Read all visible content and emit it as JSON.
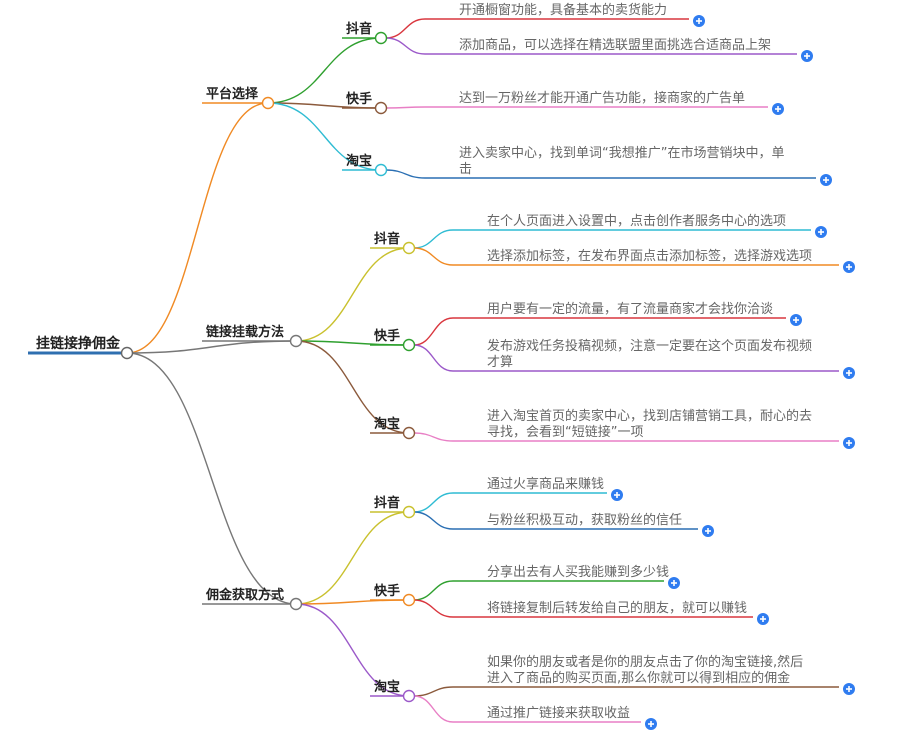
{
  "colors": {
    "root_underline": "#2f6fb0",
    "branch_default": "#777777",
    "expand_button": "#2f7cf0"
  },
  "icons": {
    "expand": "plus-circle-icon"
  },
  "root": {
    "label": "挂链接挣佣金"
  },
  "branches": [
    {
      "label": "平台选择",
      "color": "#f08a24",
      "children": [
        {
          "label": "抖音",
          "color": "#2fa02f",
          "leaves": [
            {
              "text": "开通橱窗功能，具备基本的卖货能力",
              "color": "#d9363e"
            },
            {
              "text": "添加商品，可以选择在精选联盟里面挑选合适商品上架",
              "color": "#9b59c9"
            }
          ]
        },
        {
          "label": "快手",
          "color": "#8b5a3c",
          "leaves": [
            {
              "text": "达到一万粉丝才能开通广告功能，接商家的广告单",
              "color": "#e87fc5"
            }
          ]
        },
        {
          "label": "淘宝",
          "color": "#2fbcd3",
          "leaves": [
            {
              "text": [
                "进入卖家中心，找到单词“我想推广”在市场营销块中，单",
                "击"
              ],
              "color": "#2a6fb3"
            }
          ]
        }
      ]
    },
    {
      "label": "链接挂载方法",
      "color": "#777777",
      "children": [
        {
          "label": "抖音",
          "color": "#c9c12e",
          "leaves": [
            {
              "text": "在个人页面进入设置中，点击创作者服务中心的选项",
              "color": "#2fbcd3"
            },
            {
              "text": "选择添加标签，在发布界面点击添加标签，选择游戏选项",
              "color": "#f08a24"
            }
          ]
        },
        {
          "label": "快手",
          "color": "#2fa02f",
          "leaves": [
            {
              "text": "用户要有一定的流量，有了流量商家才会找你洽谈",
              "color": "#d9363e"
            },
            {
              "text": [
                "发布游戏任务投稿视频，注意一定要在这个页面发布视频",
                "才算"
              ],
              "color": "#9b59c9"
            }
          ]
        },
        {
          "label": "淘宝",
          "color": "#8b5a3c",
          "leaves": [
            {
              "text": [
                "进入淘宝首页的卖家中心，找到店铺营销工具，耐心的去",
                "寻找，会看到“短链接”一项"
              ],
              "color": "#e87fc5"
            }
          ]
        }
      ]
    },
    {
      "label": "佣金获取方式",
      "color": "#777777",
      "children": [
        {
          "label": "抖音",
          "color": "#c9c12e",
          "leaves": [
            {
              "text": "通过火享商品来赚钱",
              "color": "#2fbcd3"
            },
            {
              "text": "与粉丝积极互动，获取粉丝的信任",
              "color": "#2a6fb3"
            }
          ]
        },
        {
          "label": "快手",
          "color": "#f08a24",
          "leaves": [
            {
              "text": "分享出去有人买我能赚到多少钱",
              "color": "#2fa02f"
            },
            {
              "text": "将链接复制后转发给自己的朋友，就可以赚钱",
              "color": "#d9363e"
            }
          ]
        },
        {
          "label": "淘宝",
          "color": "#9b59c9",
          "leaves": [
            {
              "text": [
                "如果你的朋友或者是你的朋友点击了你的淘宝链接,然后",
                "进入了商品的购买页面,那么你就可以得到相应的佣金"
              ],
              "color": "#8b5a3c"
            },
            {
              "text": "通过推广链接来获取收益",
              "color": "#e87fc5"
            }
          ]
        }
      ]
    }
  ]
}
